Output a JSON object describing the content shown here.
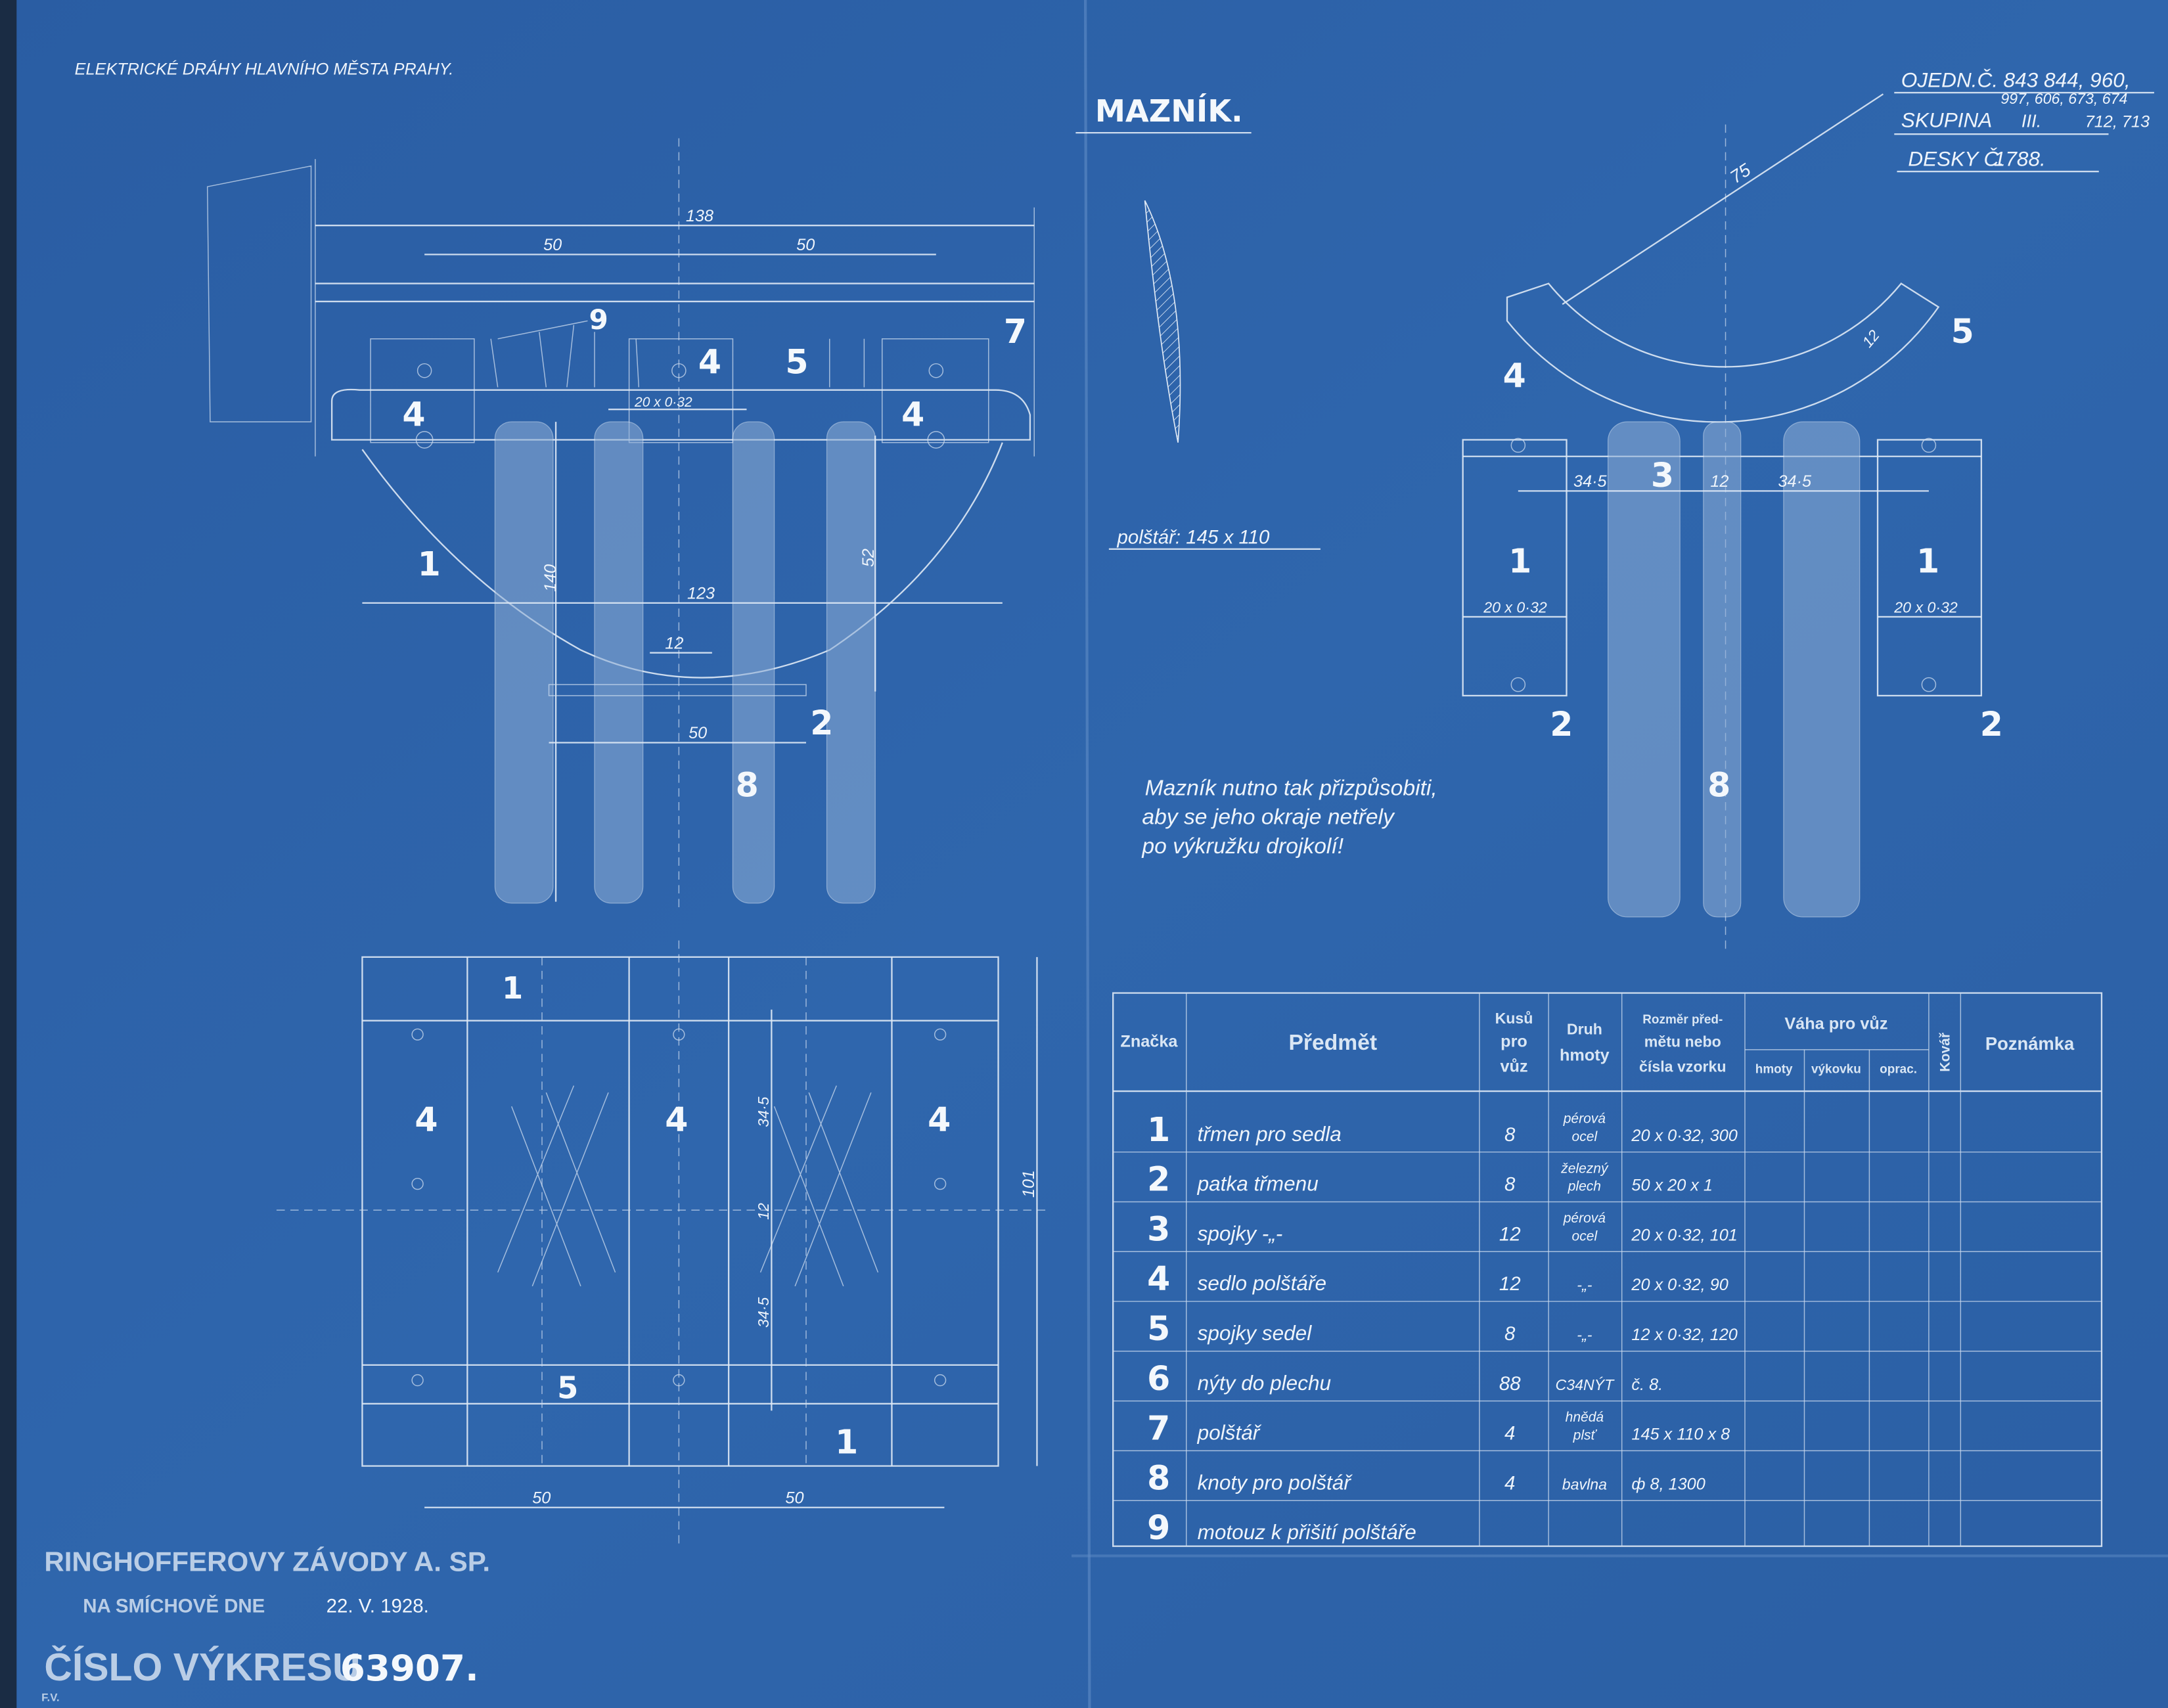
{
  "header": {
    "organization": "ELEKTRICKÉ DRÁHY HLAVNÍHO MĚSTA PRAHY.",
    "title": "MAZNÍK.",
    "order_label": "OJEDN.Č.",
    "order_numbers_1": "843 844, 960,",
    "order_numbers_2": "997, 606, 673, 674",
    "order_numbers_3": "712, 713",
    "group_label": "SKUPINA",
    "group_value": "III.",
    "plate_label": "DESKY Č.",
    "plate_value": "1788."
  },
  "notes": {
    "pad_size": "polštář:  145 x 110",
    "instruction_1": "Mazník nutno tak přizpůsobiti,",
    "instruction_2": "aby se jeho okraje netřely",
    "instruction_3": "po výkružku drojkolí!"
  },
  "side_view": {
    "dims": {
      "total": "138",
      "half_left": "50",
      "half_right": "50",
      "strip": "20 x 0·32",
      "height": "140",
      "depth": "52",
      "span": "123",
      "foot_gap": "12",
      "foot_width": "50"
    },
    "labels": {
      "p9": "9",
      "p4a": "4",
      "p4b": "4",
      "p4c": "4",
      "p5": "5",
      "p7": "7",
      "p1": "1",
      "p8": "8",
      "p2": "2"
    }
  },
  "plan_view": {
    "dims": {
      "height": "101",
      "left": "50",
      "right": "50",
      "a": "34·5",
      "b": "12",
      "c": "34·5"
    },
    "labels": {
      "p1a": "1",
      "p4a": "4",
      "p4b": "4",
      "p4c": "4",
      "p5": "5",
      "p1b": "1"
    }
  },
  "front_view": {
    "dims": {
      "radius": "75",
      "width": "12",
      "left": "34·5",
      "mid": "12",
      "right": "34·5",
      "strip_l": "20 x 0·32",
      "strip_r": "20 x 0·32"
    },
    "labels": {
      "p4": "4",
      "p5": "5",
      "p3": "3",
      "p1a": "1",
      "p1b": "1",
      "p2a": "2",
      "p2b": "2",
      "p8": "8"
    }
  },
  "parts_table": {
    "headers": {
      "mark": "Značka",
      "item": "Předmět",
      "qty_1": "Kusů",
      "qty_2": "pro",
      "qty_3": "vůz",
      "material_1": "Druh",
      "material_2": "hmoty",
      "size_1": "Rozměr před-",
      "size_2": "mětu nebo",
      "size_3": "čísla vzorku",
      "weight": "Váha pro vůz",
      "weight_raw": "hmoty",
      "weight_forged": "výkovku",
      "weight_finished": "oprac.",
      "smith": "Kovář",
      "remark": "Poznámka"
    },
    "rows": [
      {
        "mark": "1",
        "item": "třmen pro sedla",
        "qty": "8",
        "material": "pérová ocel",
        "size": "20 x 0·32, 300"
      },
      {
        "mark": "2",
        "item": "patka třmenu",
        "qty": "8",
        "material": "železný plech",
        "size": "50 x 20 x 1"
      },
      {
        "mark": "3",
        "item": "spojky -„-",
        "qty": "12",
        "material": "pérová ocel",
        "size": "20 x 0·32, 101"
      },
      {
        "mark": "4",
        "item": "sedlo polštáře",
        "qty": "12",
        "material": "-„-",
        "size": "20 x 0·32, 90"
      },
      {
        "mark": "5",
        "item": "spojky sedel",
        "qty": "8",
        "material": "-„-",
        "size": "12 x 0·32, 120"
      },
      {
        "mark": "6",
        "item": "nýty do plechu",
        "qty": "88",
        "material": "C34NÝT",
        "size": "č. 8."
      },
      {
        "mark": "7",
        "item": "polštář",
        "qty": "4",
        "material": "hnědá plsť",
        "size": "145 x 110 x 8"
      },
      {
        "mark": "8",
        "item": "knoty pro polštář",
        "qty": "4",
        "material": "bavlna",
        "size": "ф 8, 1300"
      },
      {
        "mark": "9",
        "item": "motouz k přišití polštáře",
        "qty": "",
        "material": "",
        "size": ""
      }
    ]
  },
  "footer": {
    "company": "RINGHOFFEROVY ZÁVODY A. SP.",
    "place_date_label": "NA SMÍCHOVĚ DNE",
    "date": "22. V. 1928.",
    "drawing_no_label": "ČÍSLO VÝKRESU",
    "drawing_no": "63907.",
    "initials": "F.V."
  },
  "colors": {
    "paper": "#2c61a6",
    "ink": "#eef4fb"
  }
}
